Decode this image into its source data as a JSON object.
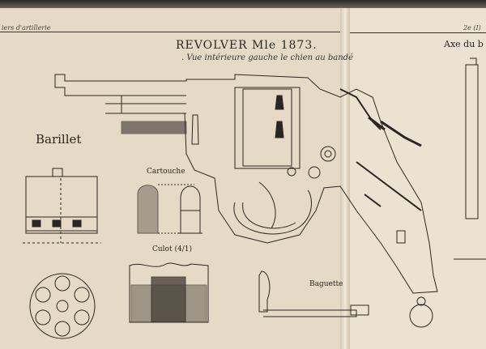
{
  "header": {
    "left_running_title": "iers d'artillerie",
    "right_running_title": "2e (I)"
  },
  "plate": {
    "title": "REVOLVER Mle 1873.",
    "subtitle": ". Vue intérieure gauche le chien au bandé"
  },
  "labels": {
    "axe": "Axe du b",
    "barillet": "Barillet",
    "cartouche": "Cartouche",
    "culot": "Culot (4/1)",
    "baguette": "Baguette"
  },
  "colors": {
    "paper": "#e6dac6",
    "ink": "#2a2622"
  }
}
